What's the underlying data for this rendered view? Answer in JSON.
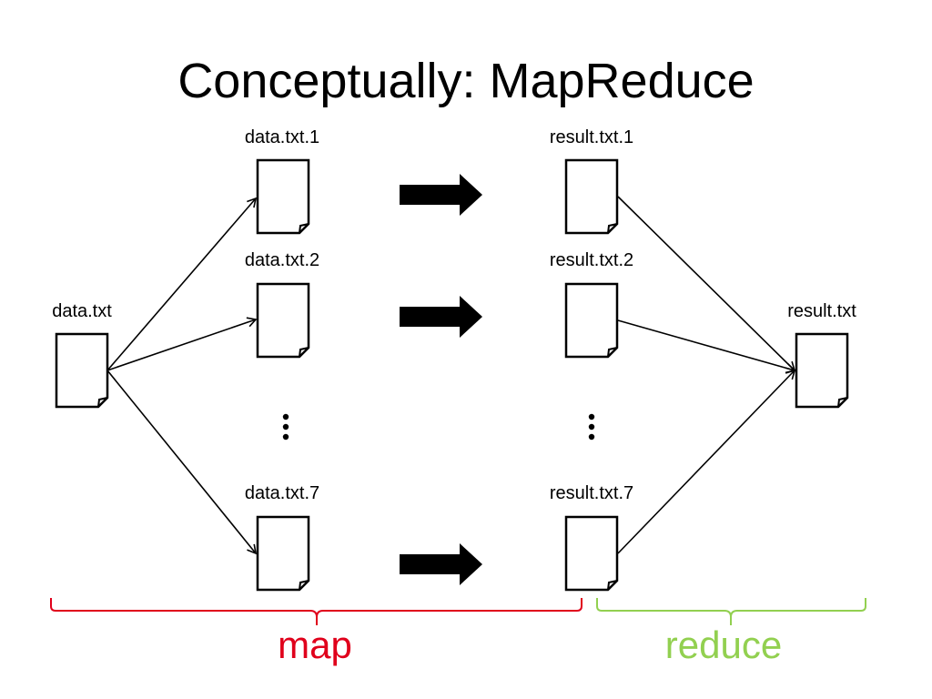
{
  "title": "Conceptually: MapReduce",
  "files": {
    "input": "data.txt",
    "splits": [
      "data.txt.1",
      "data.txt.2",
      "data.txt.7"
    ],
    "results": [
      "result.txt.1",
      "result.txt.2",
      "result.txt.7"
    ],
    "output": "result.txt"
  },
  "phases": {
    "map": "map",
    "reduce": "reduce"
  },
  "colors": {
    "map": "#e0001b",
    "reduce": "#92d050",
    "ink": "#000000"
  }
}
